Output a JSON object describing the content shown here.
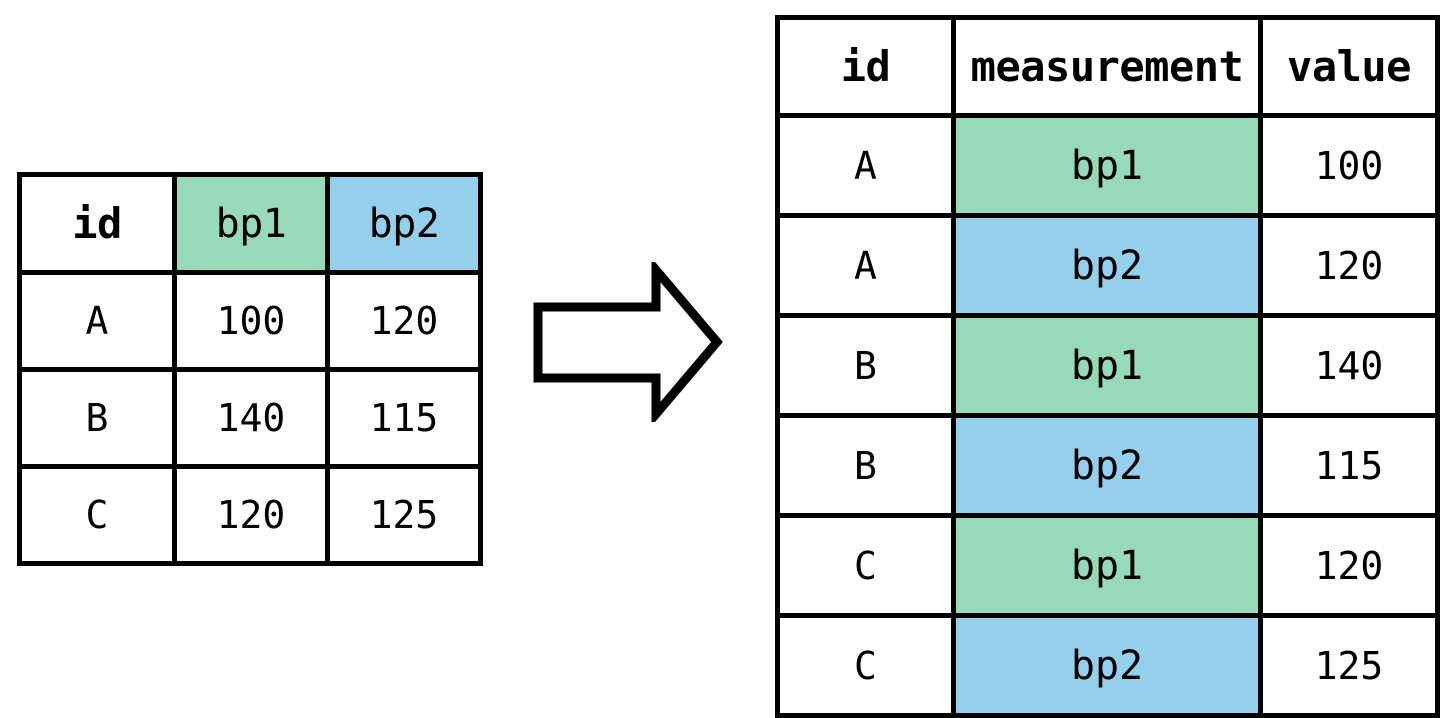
{
  "diagram": {
    "title": "wide-to-long-reshape",
    "colors": {
      "green": "#97d9b8",
      "blue": "#94cfec",
      "border": "#000000",
      "background": "#ffffff"
    },
    "arrow": {
      "name": "right-arrow",
      "direction": "right",
      "fill": "#ffffff",
      "stroke": "#000000"
    }
  },
  "wide_table": {
    "name": "wide-format-table",
    "headers": [
      "id",
      "bp1",
      "bp2"
    ],
    "header_fills": [
      "white",
      "green",
      "blue"
    ],
    "rows": [
      {
        "id": "A",
        "bp1": "100",
        "bp2": "120"
      },
      {
        "id": "B",
        "bp1": "140",
        "bp2": "115"
      },
      {
        "id": "C",
        "bp1": "120",
        "bp2": "125"
      }
    ]
  },
  "long_table": {
    "name": "long-format-table",
    "headers": [
      "id",
      "measurement",
      "value"
    ],
    "rows": [
      {
        "id": "A",
        "measurement": "bp1",
        "value": "100",
        "fill": "green"
      },
      {
        "id": "A",
        "measurement": "bp2",
        "value": "120",
        "fill": "blue"
      },
      {
        "id": "B",
        "measurement": "bp1",
        "value": "140",
        "fill": "green"
      },
      {
        "id": "B",
        "measurement": "bp2",
        "value": "115",
        "fill": "blue"
      },
      {
        "id": "C",
        "measurement": "bp1",
        "value": "120",
        "fill": "green"
      },
      {
        "id": "C",
        "measurement": "bp2",
        "value": "125",
        "fill": "blue"
      }
    ]
  }
}
